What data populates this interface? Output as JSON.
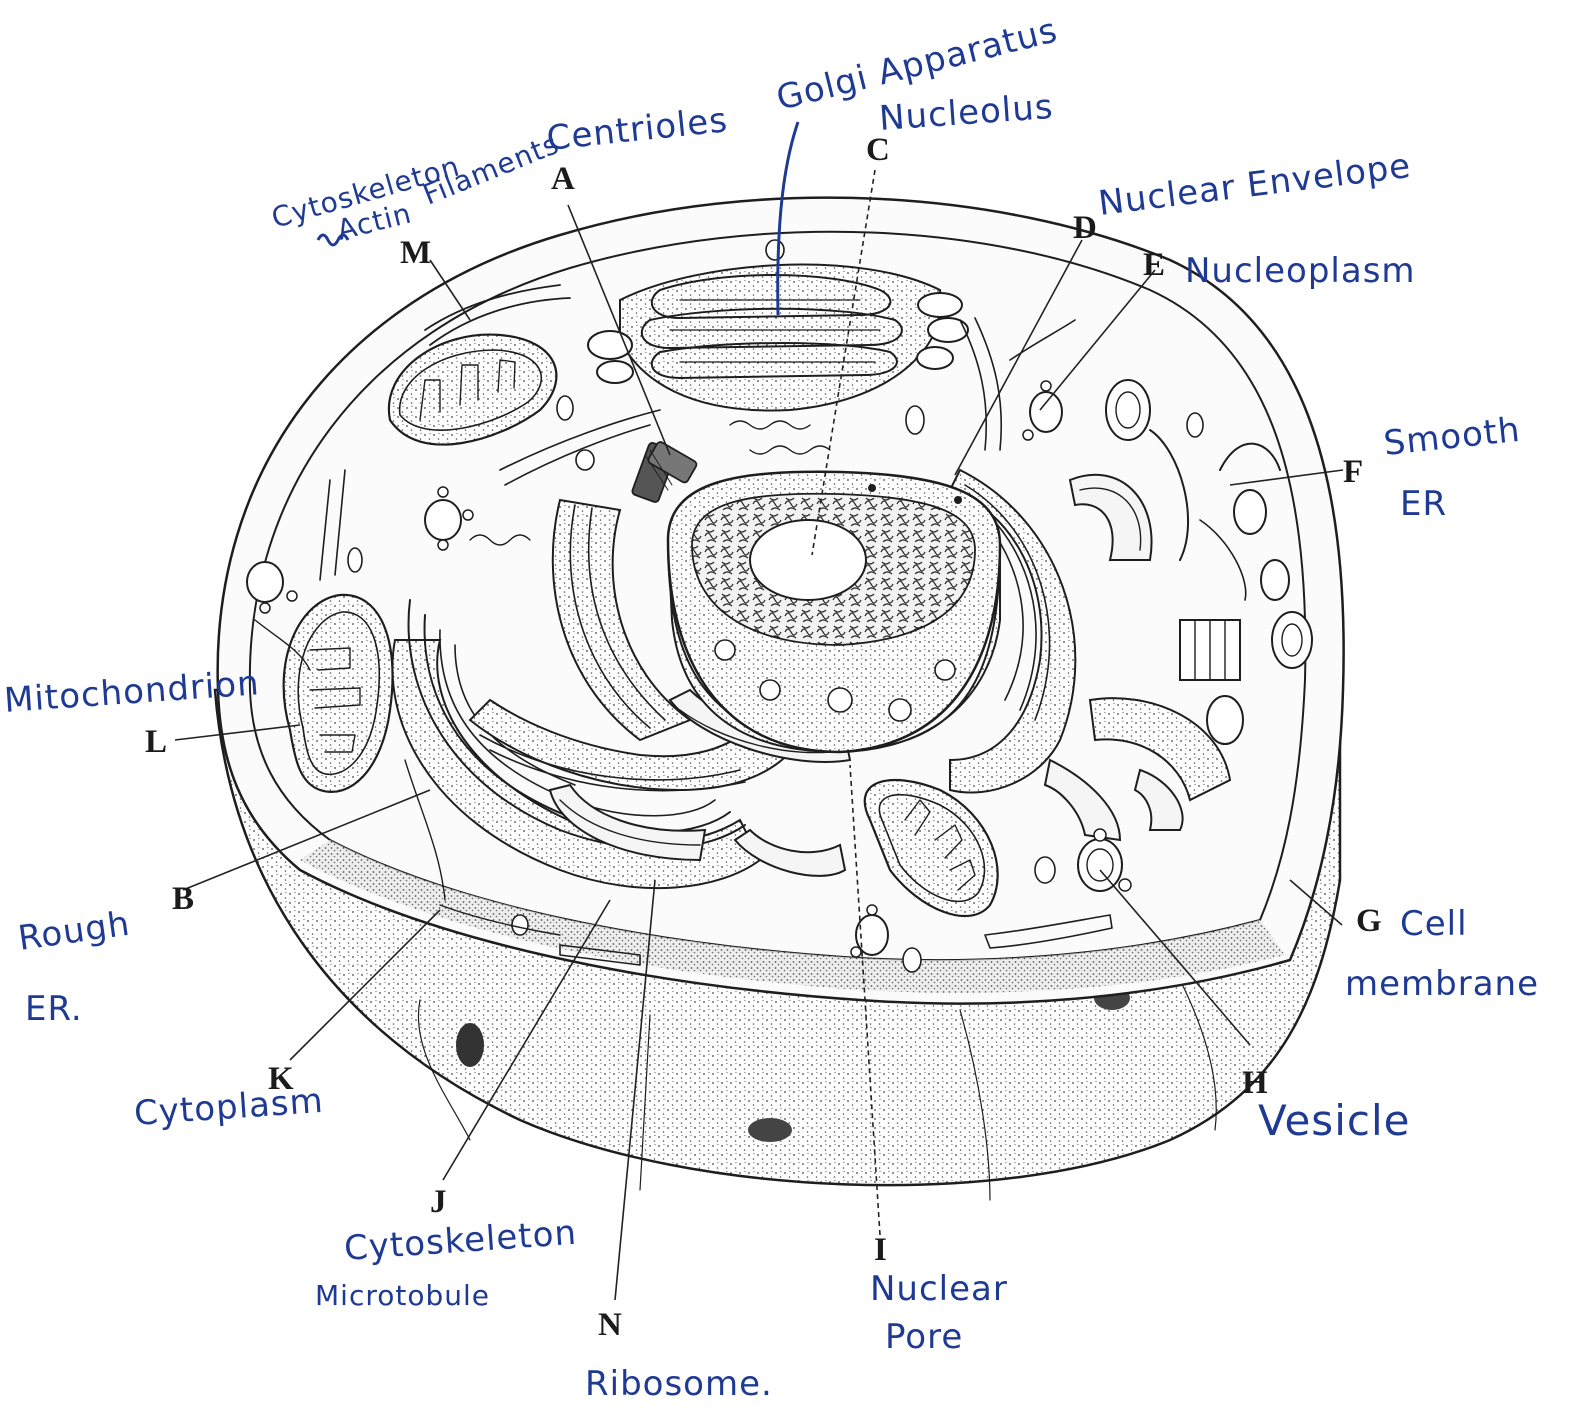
{
  "labels": {
    "A": {
      "letter": "A",
      "note": "Centrioles"
    },
    "B": {
      "letter": "B",
      "note_line1": "Rough",
      "note_line2": "ER."
    },
    "C": {
      "letter": "C",
      "note": "Nucleolus"
    },
    "D": {
      "letter": "D",
      "note": "Nuclear Envelope"
    },
    "E": {
      "letter": "E",
      "note": "Nucleoplasm"
    },
    "F": {
      "letter": "F",
      "note_line1": "Smooth",
      "note_line2": "ER"
    },
    "G": {
      "letter": "G",
      "note_line1": "Cell",
      "note_line2": "membrane"
    },
    "H": {
      "letter": "H",
      "note": "Vesicle"
    },
    "I": {
      "letter": "I",
      "note_line1": "Nuclear",
      "note_line2": "Pore"
    },
    "J": {
      "letter": "J",
      "note_line1": "Cytoskeleton",
      "note_line2": "Microtobule"
    },
    "K": {
      "letter": "K",
      "note": "Cytoplasm"
    },
    "L": {
      "letter": "L",
      "note": "Mitochondrion"
    },
    "M": {
      "letter": "M",
      "note_line1": "Cytoskeleton",
      "note_line2": "Actin",
      "note_line3": "Filaments"
    },
    "N": {
      "letter": "N",
      "note": "Ribosome."
    }
  },
  "extra_notes": {
    "golgi": "Golgi Apparatus"
  },
  "colors": {
    "ink": "#1e1e1e",
    "pen": "#1f3a93",
    "paper": "#ffffff",
    "stipple": "#9a9a9a"
  }
}
